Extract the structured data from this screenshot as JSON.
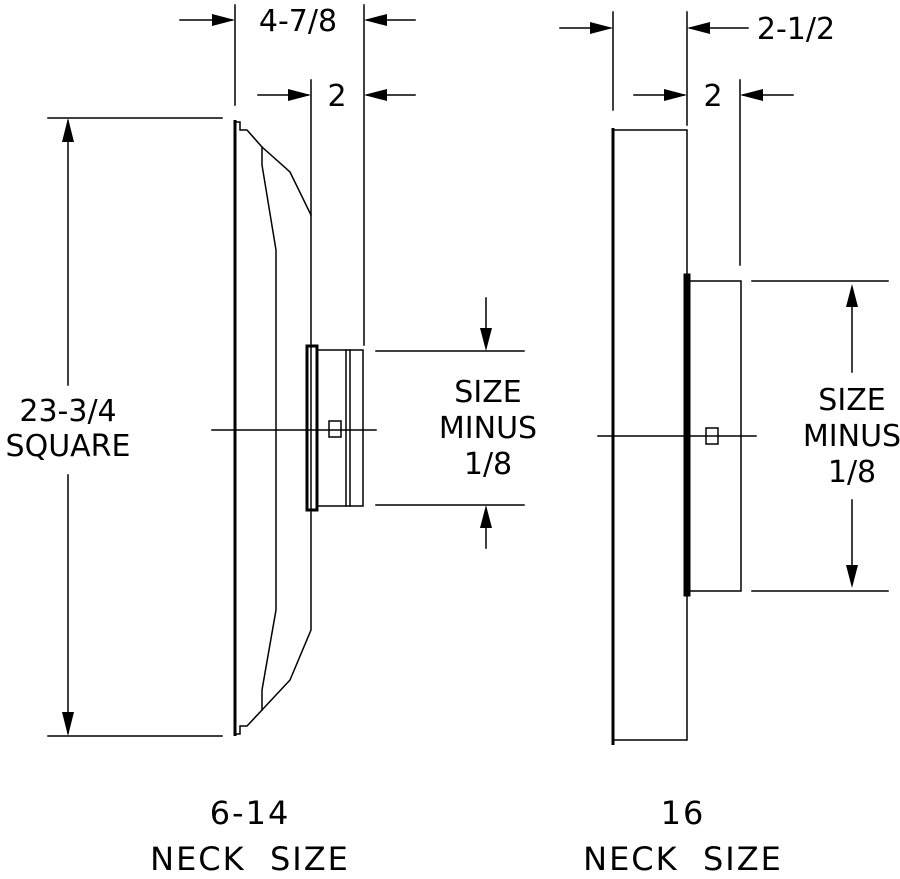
{
  "left_view": {
    "dims": {
      "overall_depth": "4-7/8",
      "neck_depth": "2",
      "height_line1": "23-3/4",
      "height_line2": "SQUARE",
      "neck_line1": "SIZE",
      "neck_line2": "MINUS",
      "neck_line3": "1/8"
    },
    "caption_line1": "6-14",
    "caption_line2": "NECK  SIZE"
  },
  "right_view": {
    "dims": {
      "overall_depth": "2-1/2",
      "neck_depth": "2",
      "neck_line1": "SIZE",
      "neck_line2": "MINUS",
      "neck_line3": "1/8"
    },
    "caption_line1": "16",
    "caption_line2": "NECK  SIZE"
  }
}
